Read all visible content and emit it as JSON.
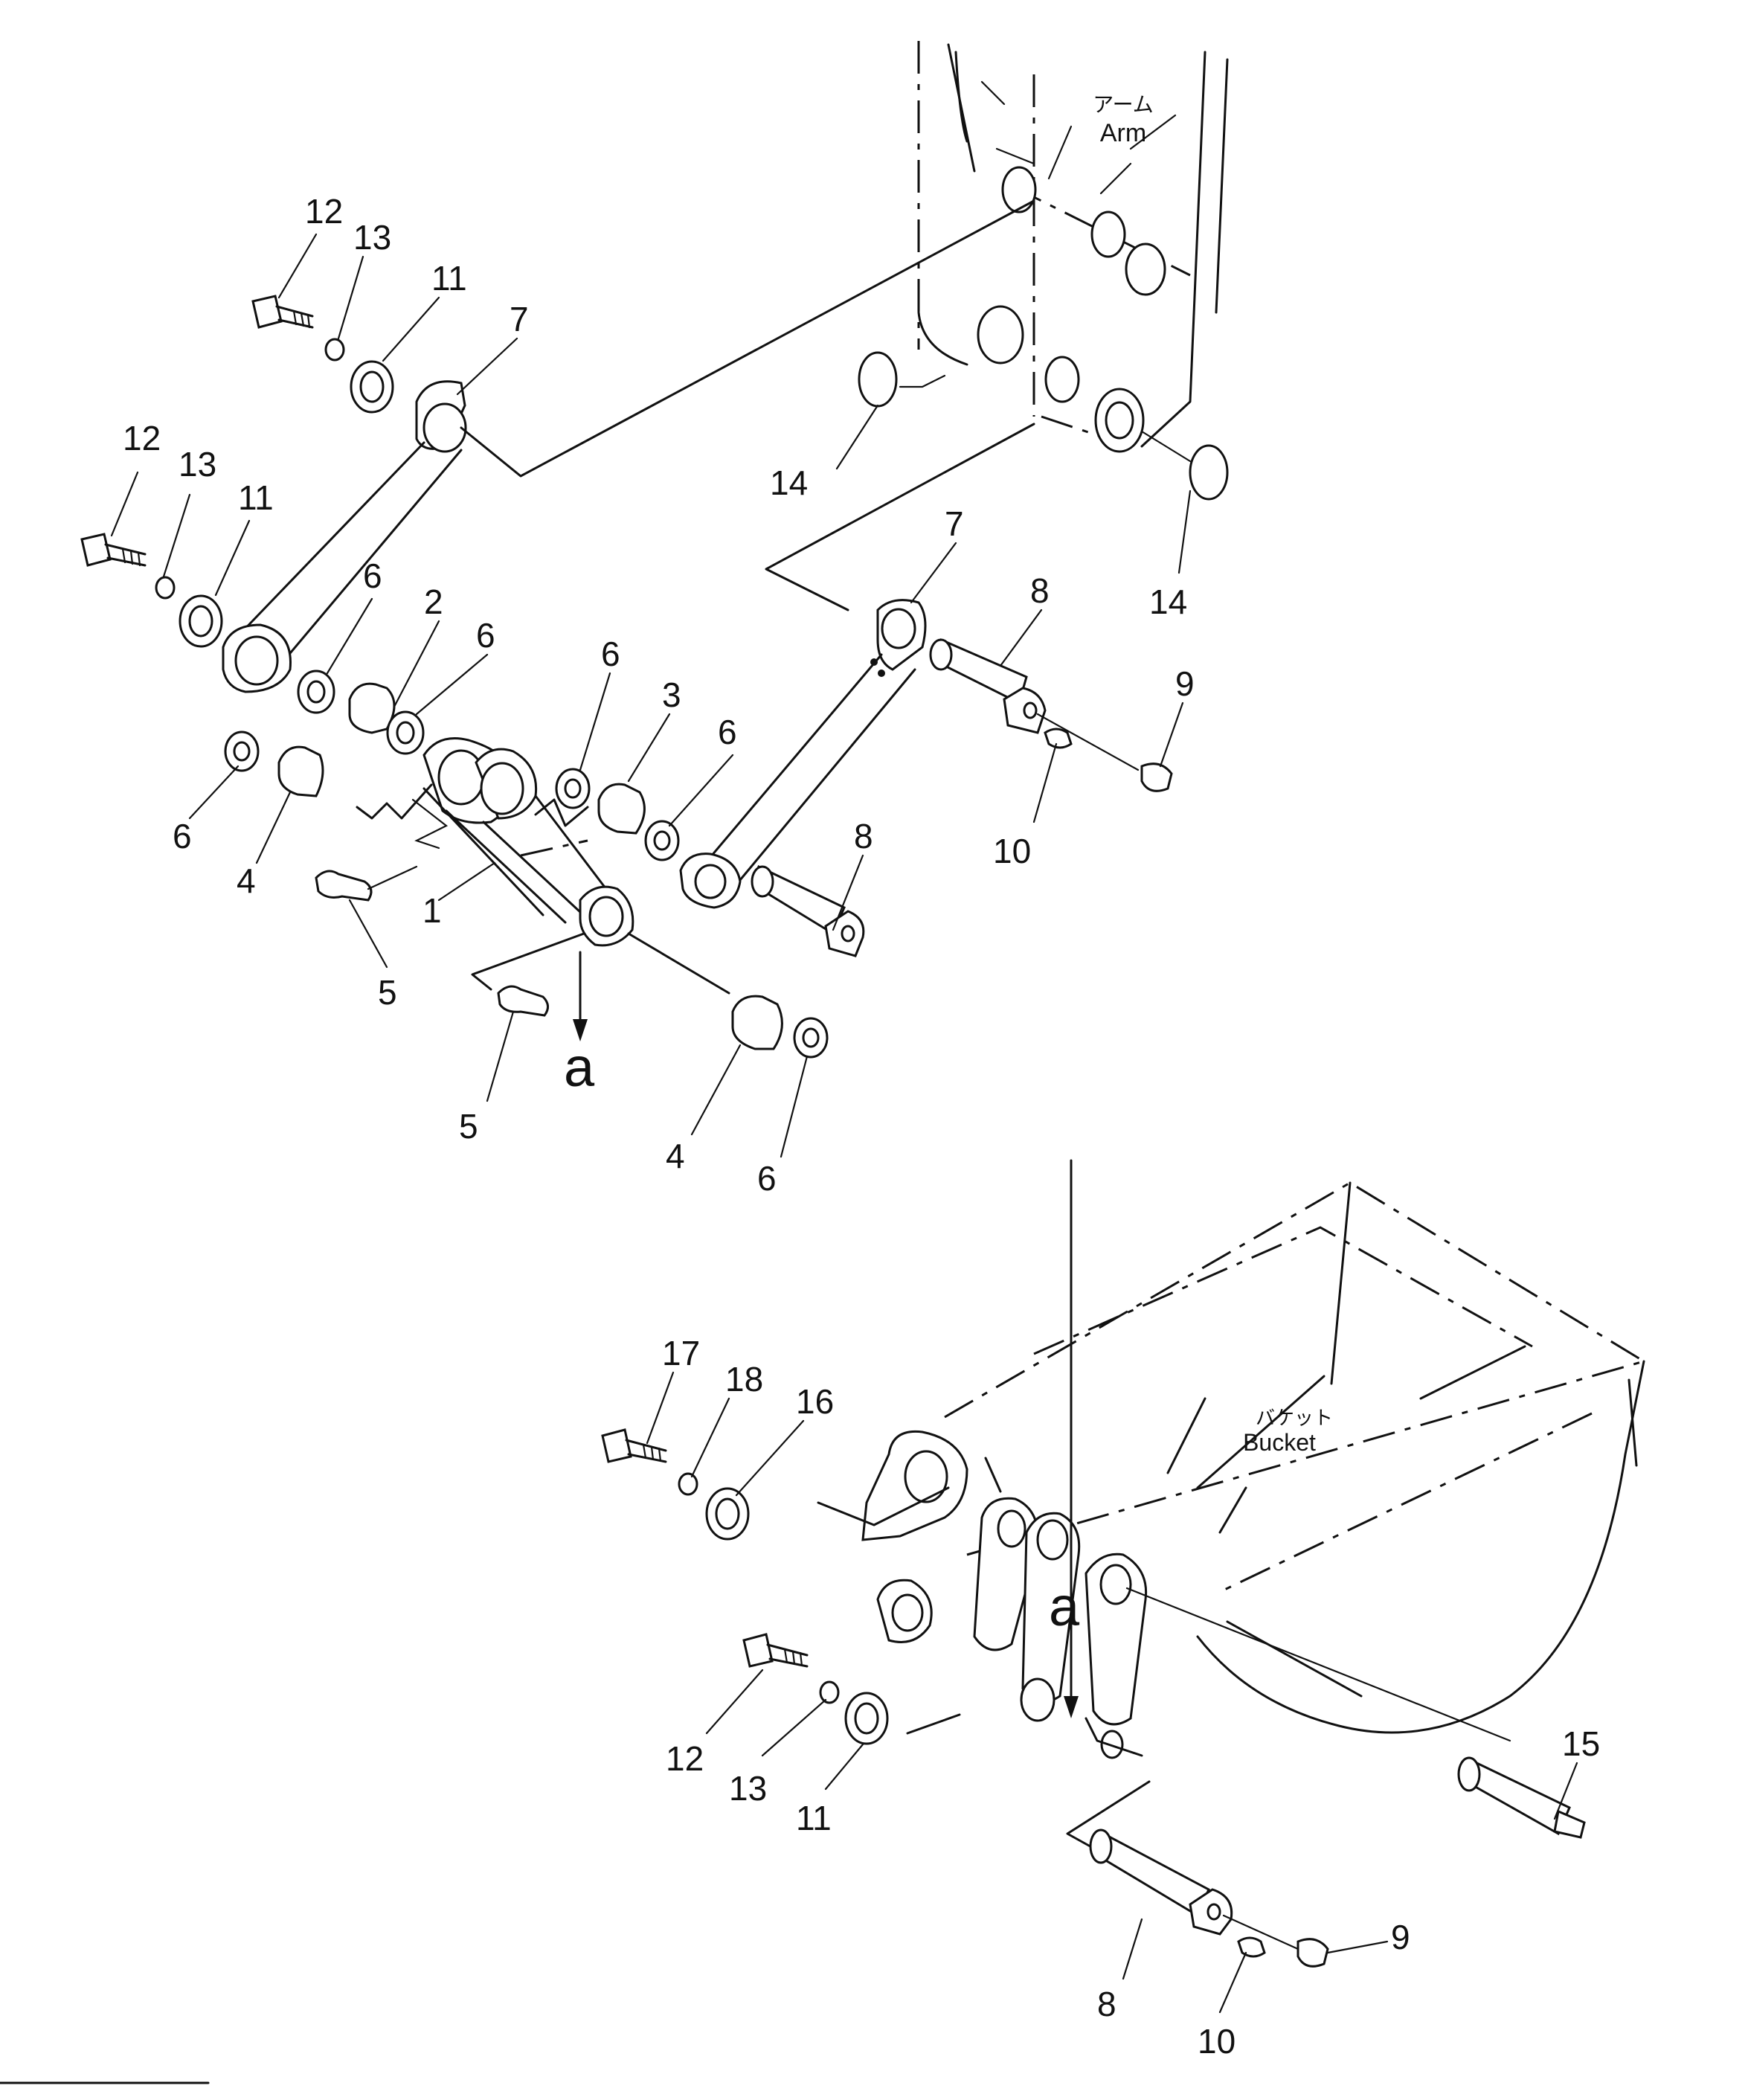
{
  "labels": {
    "arm_jp": "アーム",
    "arm_en": "Arm",
    "bucket_jp": "バケット",
    "bucket_en": "Bucket",
    "view_mark": "a"
  },
  "callouts": [
    {
      "id": "c12a",
      "text": "12"
    },
    {
      "id": "c13a",
      "text": "13"
    },
    {
      "id": "c11a",
      "text": "11"
    },
    {
      "id": "c7a",
      "text": "7"
    },
    {
      "id": "c12b",
      "text": "12"
    },
    {
      "id": "c13b",
      "text": "13"
    },
    {
      "id": "c11b",
      "text": "11"
    },
    {
      "id": "c14a",
      "text": "14"
    },
    {
      "id": "c14b",
      "text": "14"
    },
    {
      "id": "c6a",
      "text": "6"
    },
    {
      "id": "c2",
      "text": "2"
    },
    {
      "id": "c6b",
      "text": "6"
    },
    {
      "id": "c6c",
      "text": "6"
    },
    {
      "id": "c3",
      "text": "3"
    },
    {
      "id": "c6d",
      "text": "6"
    },
    {
      "id": "c7b",
      "text": "7"
    },
    {
      "id": "c8a",
      "text": "8"
    },
    {
      "id": "c9a",
      "text": "9"
    },
    {
      "id": "c10a",
      "text": "10"
    },
    {
      "id": "c6e",
      "text": "6"
    },
    {
      "id": "c4a",
      "text": "4"
    },
    {
      "id": "c1",
      "text": "1"
    },
    {
      "id": "c5a",
      "text": "5"
    },
    {
      "id": "c8b",
      "text": "8"
    },
    {
      "id": "c5b",
      "text": "5"
    },
    {
      "id": "c4b",
      "text": "4"
    },
    {
      "id": "c6f",
      "text": "6"
    },
    {
      "id": "c17",
      "text": "17"
    },
    {
      "id": "c18",
      "text": "18"
    },
    {
      "id": "c16",
      "text": "16"
    },
    {
      "id": "c12c",
      "text": "12"
    },
    {
      "id": "c13c",
      "text": "13"
    },
    {
      "id": "c11c",
      "text": "11"
    },
    {
      "id": "c15",
      "text": "15"
    },
    {
      "id": "c9b",
      "text": "9"
    },
    {
      "id": "c8c",
      "text": "8"
    },
    {
      "id": "c10b",
      "text": "10"
    }
  ]
}
